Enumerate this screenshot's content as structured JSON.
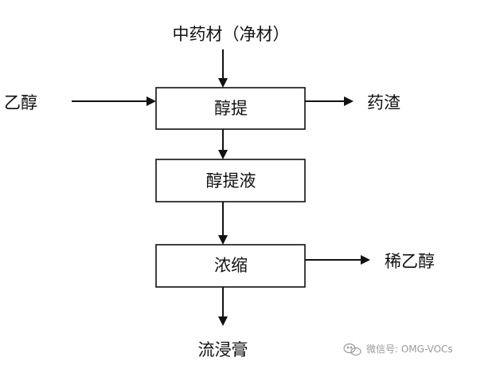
{
  "diagram": {
    "source_material": "中药材（净材）",
    "input_left": "乙醇",
    "process_extraction": "醇提",
    "output_residue": "药渣",
    "extract_liquid": "醇提液",
    "process_concentration": "浓缩",
    "output_dilute_ethanol": "稀乙醇",
    "final_product": "流浸膏"
  },
  "watermark": {
    "text": "微信号: OMG-VOCs",
    "icon": "wechat-icon",
    "color": "#9a9a9a"
  }
}
